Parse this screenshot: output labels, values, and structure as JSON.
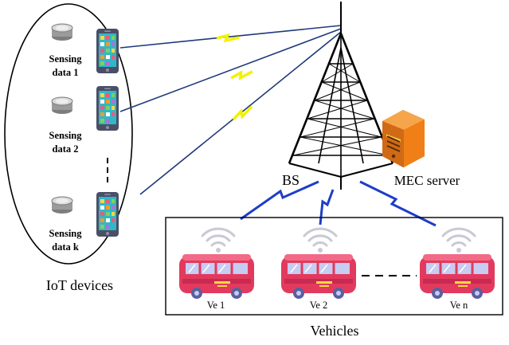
{
  "iot_group": {
    "label": "IoT devices",
    "devices": [
      {
        "sensing_line1": "Sensing",
        "sensing_line2": "data 1"
      },
      {
        "sensing_line1": "Sensing",
        "sensing_line2": "data 2"
      },
      {
        "sensing_line1": "Sensing",
        "sensing_line2": "data k"
      }
    ]
  },
  "tower": {
    "label": "BS"
  },
  "server": {
    "label": "MEC server"
  },
  "vehicles_group": {
    "label": "Vehicles",
    "vehicles": [
      {
        "label": "Ve 1"
      },
      {
        "label": "Ve 2"
      },
      {
        "label": "Ve n"
      }
    ]
  },
  "colors": {
    "link_line": "#1f3a7a",
    "lightning_yellow": "#f2f200",
    "lightning_blue": "#1e3ec8",
    "bus_body": "#e23a5e",
    "bus_roof": "#f26a86",
    "bus_window": "#c7ccf2",
    "wifi": "#c9c9d6",
    "server_orange": "#f07f18"
  }
}
